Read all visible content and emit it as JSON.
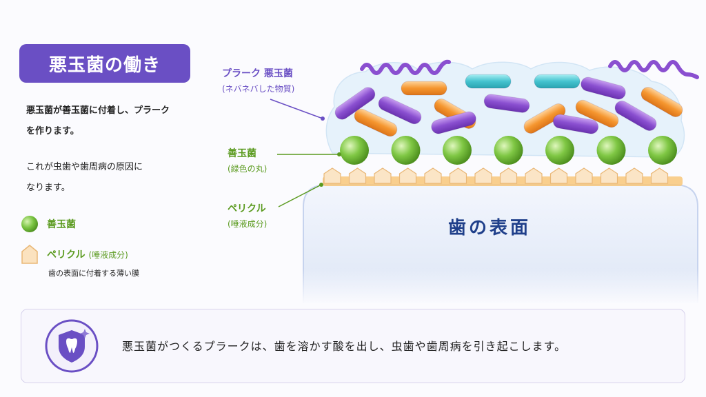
{
  "title": "悪玉菌の働き",
  "description": {
    "line1": "悪玉菌が善玉菌に付着し、プラーク",
    "line2": "を作ります。",
    "line3": "これが虫歯や歯周病の原因に",
    "line4": "なります。"
  },
  "legend": {
    "good_bacteria": "善玉菌",
    "pellicle": "ペリクル",
    "pellicle_sub": "(唾液成分)",
    "pellicle_note": "歯の表面に付着する薄い膜"
  },
  "callouts": {
    "bad_title": "プラーク 悪玉菌",
    "bad_sub": "(ネバネバした物質)",
    "good_title": "善玉菌",
    "good_sub": "(緑色の丸)",
    "pellicle_title": "ペリクル",
    "pellicle_sub": "(唾液成分)"
  },
  "tooth_label": "歯の表面",
  "bottom_message": "悪玉菌がつくるプラークは、歯を溶かす酸を出し、虫歯や歯周病を引き起こします。",
  "colors": {
    "purple": "#6a4fc4",
    "green": "#5a9a1e",
    "navy": "#1f3f8a",
    "orange": "#f0912e",
    "teal": "#3cbcc8"
  },
  "icons": {
    "shield": "shield-tooth-icon"
  }
}
